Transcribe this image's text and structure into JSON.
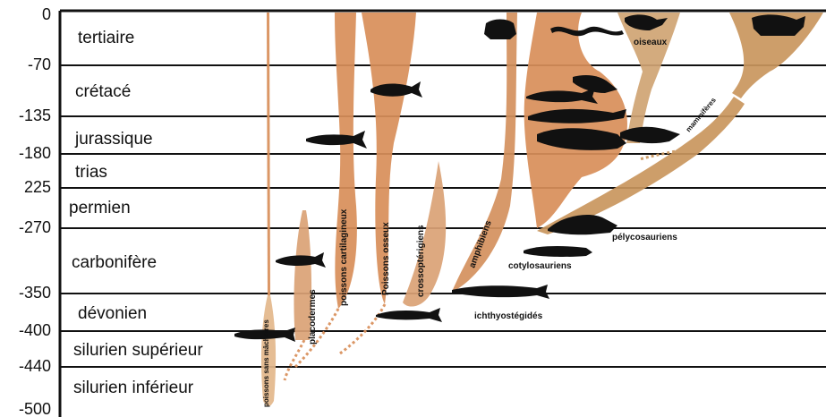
{
  "periods": [
    {
      "name": "tertiaire",
      "age": "0"
    },
    {
      "name": "crétacé",
      "age": "-70"
    },
    {
      "name": "jurassique",
      "age": "-135"
    },
    {
      "name": "trias",
      "age": "-180"
    },
    {
      "name": "permien",
      "age": "225"
    },
    {
      "name": "carbonifère",
      "age": "-270"
    },
    {
      "name": "dévonien",
      "age": "-350"
    },
    {
      "name": "silurien supérieur",
      "age": "-400"
    },
    {
      "name": "silurien inférieur",
      "age": "-440"
    }
  ],
  "bottom_age": "-500",
  "groups": {
    "jawless": "poissons sans mâchoires",
    "placoderms": "placodermes",
    "cartilaginous": "poissons cartilagineux",
    "bony": "Poissons osseux",
    "crossopterygians": "crossoptérigiens",
    "amphibians": "amphibiens",
    "ichthyostegids": "ichthyostégidés",
    "cotylosaurs": "cotylosauriens",
    "pelycosaurs": "pélycosauriens",
    "mammals": "mammifères",
    "birds": "oiseaux"
  },
  "colors": {
    "branch_light": "#dba276",
    "branch_mid": "#d98f5a",
    "branch_tan": "#c9965e",
    "silhouette": "#111111",
    "line": "#111111"
  }
}
